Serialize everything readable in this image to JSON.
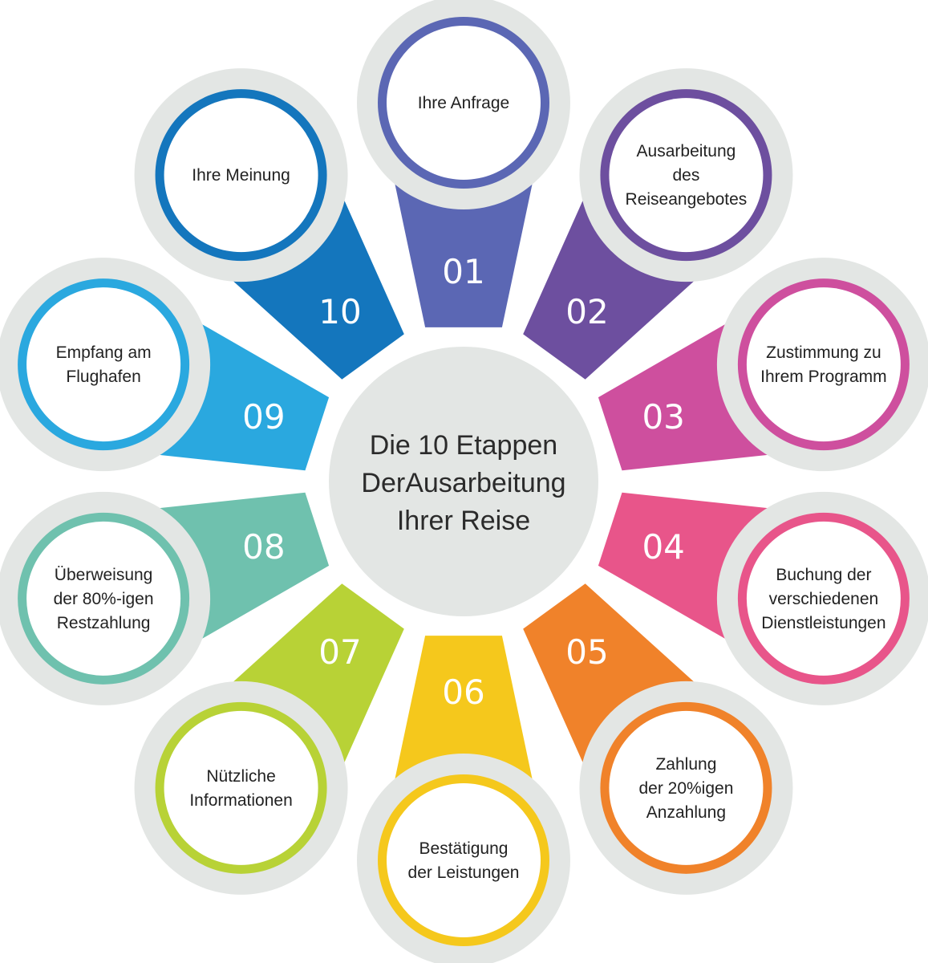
{
  "center": {
    "lines": [
      "Die 10 Etappen",
      "DerAusarbeitung",
      "Ihrer Reise"
    ]
  },
  "steps": [
    {
      "number": "01",
      "label_lines": [
        "Ihre Anfrage"
      ],
      "color": "#5b67b4"
    },
    {
      "number": "02",
      "label_lines": [
        "Ausarbeitung",
        "des",
        "Reiseangebotes"
      ],
      "color": "#6d4f9f"
    },
    {
      "number": "03",
      "label_lines": [
        "Zustimmung zu",
        "Ihrem Programm"
      ],
      "color": "#ce4f9e"
    },
    {
      "number": "04",
      "label_lines": [
        "Buchung der",
        "verschiedenen",
        "Dienstleistungen"
      ],
      "color": "#e8558a"
    },
    {
      "number": "05",
      "label_lines": [
        "Zahlung",
        "der 20%igen",
        "Anzahlung"
      ],
      "color": "#f0822a"
    },
    {
      "number": "06",
      "label_lines": [
        "Bestätigung",
        "der Leistungen"
      ],
      "color": "#f5c81c"
    },
    {
      "number": "07",
      "label_lines": [
        "Nützliche",
        "Informationen"
      ],
      "color": "#b8d236"
    },
    {
      "number": "08",
      "label_lines": [
        "Überweisung",
        "der 80%-igen",
        "Restzahlung"
      ],
      "color": "#6fc1ae"
    },
    {
      "number": "09",
      "label_lines": [
        "Empfang am",
        "Flughafen"
      ],
      "color": "#2aa8df"
    },
    {
      "number": "10",
      "label_lines": [
        "Ihre Meinung"
      ],
      "color": "#1476bd"
    }
  ],
  "colors": {
    "outer_disc": "#e3e6e4",
    "center_disc": "#e3e6e4",
    "inner_fill": "#ffffff"
  }
}
